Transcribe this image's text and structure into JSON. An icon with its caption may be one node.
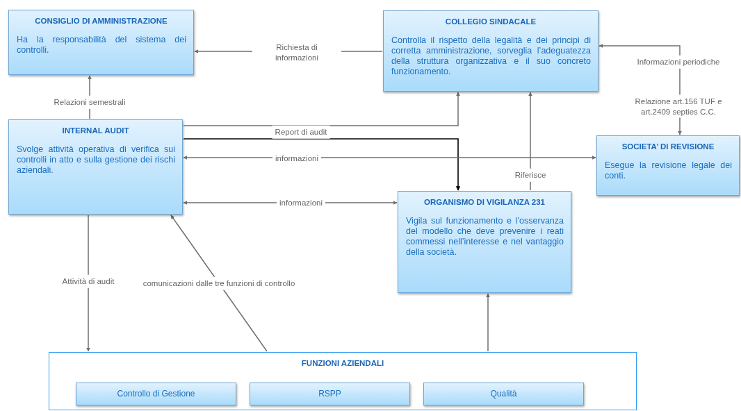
{
  "diagram": {
    "nodes": [
      {
        "text": [
          "CONSIGLIO DI AMMINISTRAZIONE",
          "Ha la responsabilità del sistema dei controlli."
        ]
      },
      {
        "text": [
          "COLLEGIO SINDACALE",
          "Controlla il rispetto della legalità e dei principi di corretta amministrazione, sorveglia l’adeguatezza della struttura organizzativa e il suo concreto funzionamento."
        ]
      },
      {
        "text": [
          "INTERNAL AUDIT",
          "Svolge attività operativa di verifica sui controlli in atto e sulla gestione dei rischi aziendali."
        ]
      },
      {
        "text": [
          "SOCIETA’ DI REVISIONE",
          "Esegue la revisione legale dei conti."
        ]
      },
      {
        "text": [
          "ORGANISMO DI VIGILANZA 231",
          "Vigila sul funzionamento e l’osservanza del modello che deve prevenire i reati commessi nell’interesse e nel vantaggio della società."
        ]
      },
      {
        "text": [
          "FUNZIONI AZIENDALI"
        ]
      },
      {
        "text": [
          "Controllo di Gestione"
        ],
        "in": 5
      },
      {
        "text": [
          "RSPP"
        ],
        "in": 5
      },
      {
        "text": [
          "Qualità"
        ],
        "in": 5
      }
    ],
    "edges": [
      {
        "from": 1,
        "to": 0,
        "arrow": "to",
        "label": "Richiesta di informazioni"
      },
      {
        "from": 2,
        "to": 0,
        "arrow": "to",
        "label": "Relazioni semestrali"
      },
      {
        "from": 2,
        "to": 1,
        "arrow": "to",
        "label": "Report di audit"
      },
      {
        "from": 2,
        "to": 4,
        "arrow": "to",
        "color": "#000000"
      },
      {
        "from": 2,
        "to": 3,
        "arrow": "both",
        "label": "informazioni"
      },
      {
        "from": 2,
        "to": 4,
        "arrow": "both",
        "label": "informazioni"
      },
      {
        "from": 4,
        "to": 1,
        "arrow": "to",
        "label": "Riferisce"
      },
      {
        "from": 3,
        "to": 1,
        "arrow": "both",
        "label": "Informazioni periodiche"
      },
      {
        "from": 2,
        "to": 5,
        "arrow": "to",
        "label": "Attività di audit"
      },
      {
        "from": 5,
        "to": 2,
        "arrow": "to",
        "label": "comunicazioni dalle tre funzioni di controllo"
      },
      {
        "from": 5,
        "to": 4,
        "arrow": "to"
      }
    ],
    "labels": [
      "Relazione art.156 TUF e art.2409 septies C.C."
    ]
  }
}
